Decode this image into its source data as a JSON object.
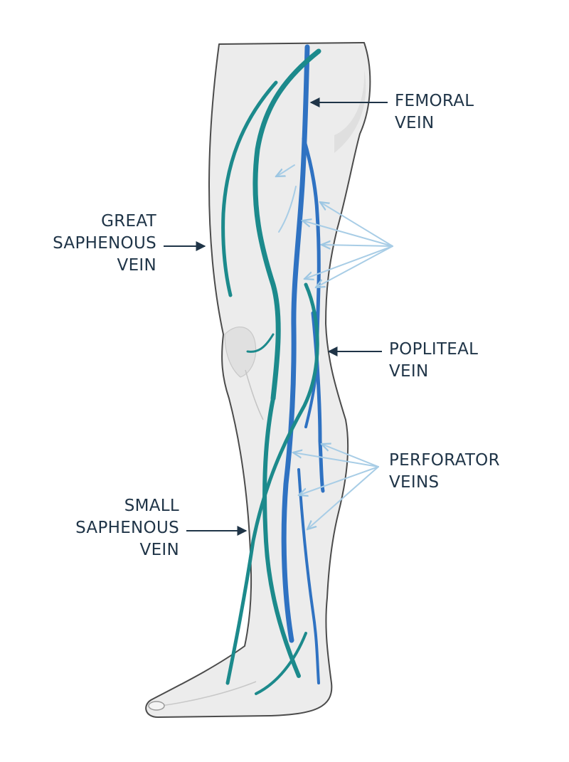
{
  "colors": {
    "background": "#ffffff",
    "leg_fill": "#ececec",
    "leg_outline": "#4b4b4b",
    "deep_vein": "#2f72c2",
    "superficial_vein": "#1c8a8c",
    "perforator_arrow": "#a8cde6",
    "label_text": "#1f3447",
    "pointer_arrow": "#1f3447"
  },
  "labels": {
    "femoral": [
      "FEMORAL",
      "VEIN"
    ],
    "great_saphenous": [
      "GREAT",
      "SAPHENOUS",
      "VEIN"
    ],
    "popliteal": [
      "POPLITEAL",
      "VEIN"
    ],
    "perforator": [
      "PERFORATOR",
      "VEINS"
    ],
    "small_saphenous": [
      "SMALL",
      "SAPHENOUS",
      "VEIN"
    ]
  }
}
